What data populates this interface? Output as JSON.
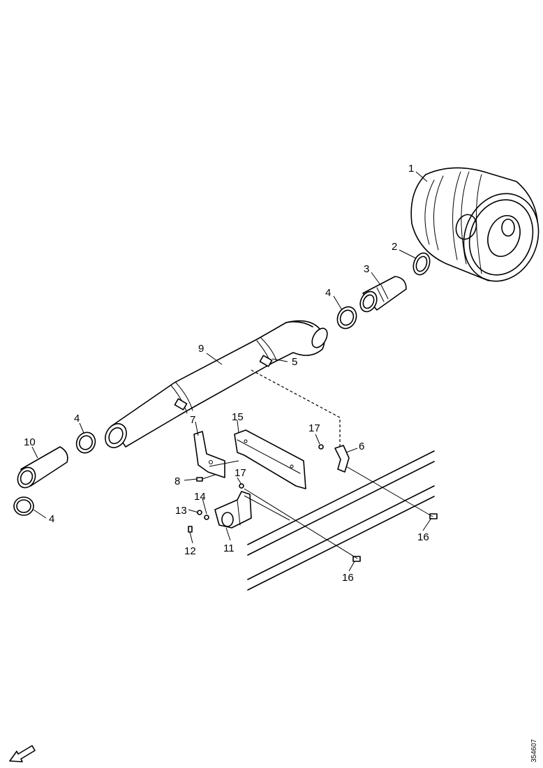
{
  "callouts": [
    {
      "id": "c1",
      "label": "1"
    },
    {
      "id": "c2",
      "label": "2"
    },
    {
      "id": "c3",
      "label": "3"
    },
    {
      "id": "c4a",
      "label": "4"
    },
    {
      "id": "c5",
      "label": "5"
    },
    {
      "id": "c9",
      "label": "9"
    },
    {
      "id": "c4b",
      "label": "4"
    },
    {
      "id": "c10",
      "label": "10"
    },
    {
      "id": "c4c",
      "label": "4"
    },
    {
      "id": "c7",
      "label": "7"
    },
    {
      "id": "c15",
      "label": "15"
    },
    {
      "id": "c17a",
      "label": "17"
    },
    {
      "id": "c6",
      "label": "6"
    },
    {
      "id": "c8",
      "label": "8"
    },
    {
      "id": "c17b",
      "label": "17"
    },
    {
      "id": "c13",
      "label": "13"
    },
    {
      "id": "c14",
      "label": "14"
    },
    {
      "id": "c12",
      "label": "12"
    },
    {
      "id": "c11",
      "label": "11"
    },
    {
      "id": "c16a",
      "label": "16"
    },
    {
      "id": "c16b",
      "label": "16"
    }
  ],
  "reference_code": "354607",
  "icons": {
    "direction_arrow": "front-direction-arrow-icon"
  }
}
